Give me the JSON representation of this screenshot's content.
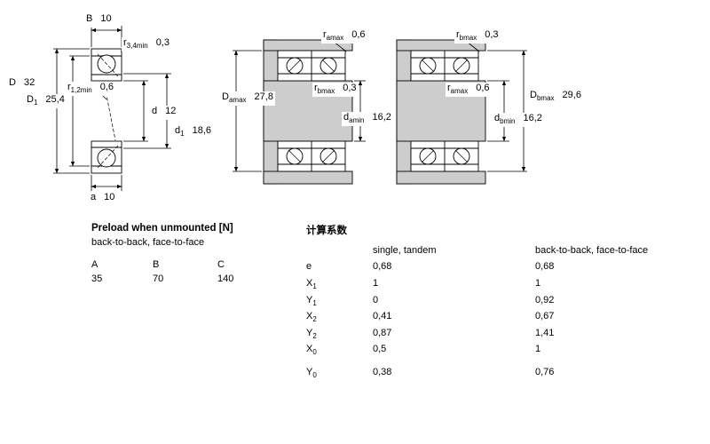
{
  "drawing": {
    "shading_color": "#cdcdcd",
    "line_color": "#000000",
    "figures": [
      "single-bearing-cross-section",
      "paired-arrangement-back-to-back",
      "paired-arrangement-face-to-face"
    ]
  },
  "dims": {
    "B": {
      "sym": "B",
      "sub": "",
      "suf": "",
      "val": "10"
    },
    "r34": {
      "sym": "r",
      "sub": "3,4",
      "suf": "min",
      "val": "0,3"
    },
    "D": {
      "sym": "D",
      "sub": "",
      "suf": "",
      "val": "32"
    },
    "r12": {
      "sym": "r",
      "sub": "1,2",
      "suf": "min",
      "val": "0,6"
    },
    "D1": {
      "sym": "D",
      "sub": "1",
      "suf": "",
      "val": "25,4"
    },
    "d": {
      "sym": "d",
      "sub": "",
      "suf": "",
      "val": "12"
    },
    "d1": {
      "sym": "d",
      "sub": "1",
      "suf": "",
      "val": "18,6"
    },
    "a": {
      "sym": "a",
      "sub": "",
      "suf": "",
      "val": "10"
    },
    "ra_top": {
      "sym": "r",
      "sub": "a",
      "suf": "max",
      "val": "0,6"
    },
    "rb_top": {
      "sym": "r",
      "sub": "b",
      "suf": "max",
      "val": "0,3"
    },
    "Da": {
      "sym": "D",
      "sub": "a",
      "suf": "max",
      "val": "27,8"
    },
    "rb_mid": {
      "sym": "r",
      "sub": "b",
      "suf": "max",
      "val": "0,3"
    },
    "da": {
      "sym": "d",
      "sub": "a",
      "suf": "min",
      "val": "16,2"
    },
    "ra_mid": {
      "sym": "r",
      "sub": "a",
      "suf": "max",
      "val": "0,6"
    },
    "Db": {
      "sym": "D",
      "sub": "b",
      "suf": "max",
      "val": "29,6"
    },
    "db": {
      "sym": "d",
      "sub": "b",
      "suf": "min",
      "val": "16,2"
    }
  },
  "preload_table": {
    "title": "Preload when unmounted [N]",
    "subtitle": "back-to-back, face-to-face",
    "columns": [
      "A",
      "B",
      "C"
    ],
    "values": [
      "35",
      "70",
      "140"
    ]
  },
  "factors_table": {
    "title": "计算系数",
    "col1_header": "single, tandem",
    "col2_header": "back-to-back, face-to-face",
    "rows": [
      {
        "sym": "e",
        "sub": "",
        "v1": "0,68",
        "v2": "0,68"
      },
      {
        "sym": "X",
        "sub": "1",
        "v1": "1",
        "v2": "1"
      },
      {
        "sym": "Y",
        "sub": "1",
        "v1": "0",
        "v2": "0,92"
      },
      {
        "sym": "X",
        "sub": "2",
        "v1": "0,41",
        "v2": "0,67"
      },
      {
        "sym": "Y",
        "sub": "2",
        "v1": "0,87",
        "v2": "1,41"
      },
      {
        "sym": "X",
        "sub": "0",
        "v1": "0,5",
        "v2": "1"
      },
      {
        "sym": "Y",
        "sub": "0",
        "v1": "0,38",
        "v2": "0,76"
      }
    ]
  }
}
